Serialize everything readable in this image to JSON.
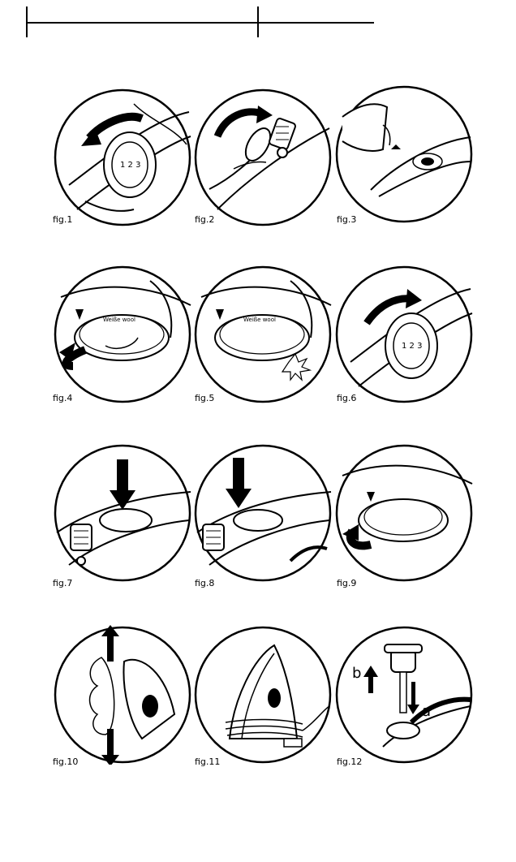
{
  "figures": [
    {
      "id": "fig1",
      "caption": "fig.1"
    },
    {
      "id": "fig2",
      "caption": "fig.2"
    },
    {
      "id": "fig3",
      "caption": "fig.3"
    },
    {
      "id": "fig4",
      "caption": "fig.4",
      "dial_text": "Weiße wool"
    },
    {
      "id": "fig5",
      "caption": "fig.5",
      "dial_text": "Weiße wool"
    },
    {
      "id": "fig6",
      "caption": "fig.6"
    },
    {
      "id": "fig7",
      "caption": "fig.7"
    },
    {
      "id": "fig8",
      "caption": "fig.8"
    },
    {
      "id": "fig9",
      "caption": "fig.9"
    },
    {
      "id": "fig10",
      "caption": "fig.10"
    },
    {
      "id": "fig11",
      "caption": "fig.11"
    },
    {
      "id": "fig12",
      "caption": "fig.12",
      "labels": {
        "a": "a",
        "b": "b"
      }
    }
  ]
}
